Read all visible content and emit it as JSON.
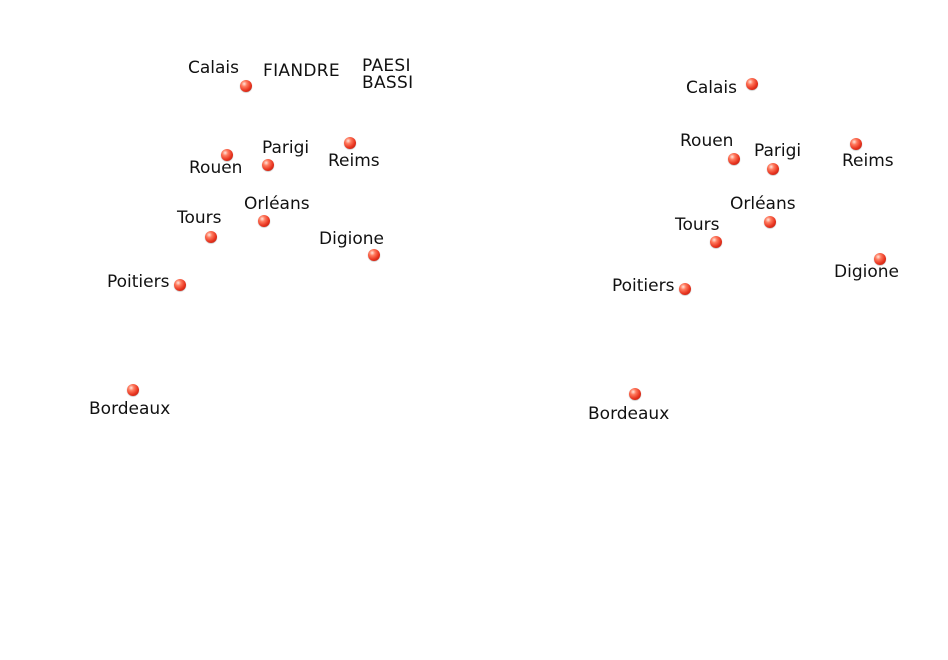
{
  "colors": {
    "background": "#ffffff",
    "marker": "#e8341f",
    "text": "#111111"
  },
  "left_map": {
    "regions": {
      "fiandre": "FIANDRE",
      "paesi_bassi_line1": "PAESI",
      "paesi_bassi_line2": "BASSI"
    },
    "cities": {
      "calais": "Calais",
      "parigi": "Parigi",
      "rouen": "Rouen",
      "reims": "Reims",
      "orleans": "Orléans",
      "tours": "Tours",
      "digione": "Digione",
      "poitiers": "Poitiers",
      "bordeaux": "Bordeaux"
    }
  },
  "right_map": {
    "cities": {
      "calais": "Calais",
      "rouen": "Rouen",
      "parigi": "Parigi",
      "reims": "Reims",
      "orleans": "Orléans",
      "tours": "Tours",
      "digione": "Digione",
      "poitiers": "Poitiers",
      "bordeaux": "Bordeaux"
    }
  }
}
